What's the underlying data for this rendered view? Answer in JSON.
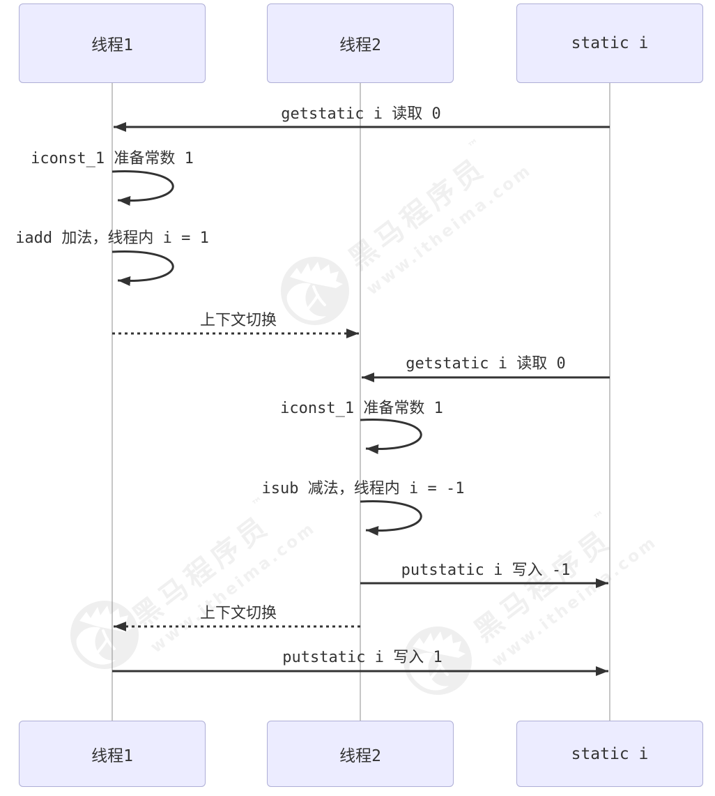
{
  "diagram": {
    "type": "sequence-diagram",
    "actors": [
      {
        "id": "thread1",
        "label": "线程1"
      },
      {
        "id": "thread2",
        "label": "线程2"
      },
      {
        "id": "static_i",
        "label": "static i"
      }
    ],
    "messages": [
      {
        "text": "getstatic i 读取 0",
        "from": "static_i",
        "to": "thread1",
        "style": "solid-arrow"
      },
      {
        "text": "iconst_1 准备常数 1",
        "from": "thread1",
        "to": "thread1",
        "style": "self-loop"
      },
      {
        "text": "iadd 加法，线程内 i = 1",
        "from": "thread1",
        "to": "thread1",
        "style": "self-loop"
      },
      {
        "text": "上下文切换",
        "from": "thread1",
        "to": "thread2",
        "style": "dashed-arrow"
      },
      {
        "text": "getstatic i 读取 0",
        "from": "static_i",
        "to": "thread2",
        "style": "solid-arrow"
      },
      {
        "text": "iconst_1 准备常数 1",
        "from": "thread2",
        "to": "thread2",
        "style": "self-loop"
      },
      {
        "text": "isub 减法，线程内 i = -1",
        "from": "thread2",
        "to": "thread2",
        "style": "self-loop"
      },
      {
        "text": "putstatic i 写入 -1",
        "from": "thread2",
        "to": "static_i",
        "style": "solid-arrow"
      },
      {
        "text": "上下文切换",
        "from": "thread2",
        "to": "thread1",
        "style": "dashed-arrow"
      },
      {
        "text": "putstatic i 写入 1",
        "from": "thread1",
        "to": "static_i",
        "style": "solid-arrow"
      }
    ],
    "watermark": {
      "brand": "黑马程序员",
      "tm": "™",
      "url": "www.itheima.com"
    },
    "colors": {
      "actor_fill": "#ececff",
      "actor_border": "#aeaed6",
      "message_line": "#333333",
      "lifeline": "#8c8c8c",
      "text": "#333333",
      "watermark": "#f0f0f0",
      "background": "#ffffff"
    }
  }
}
